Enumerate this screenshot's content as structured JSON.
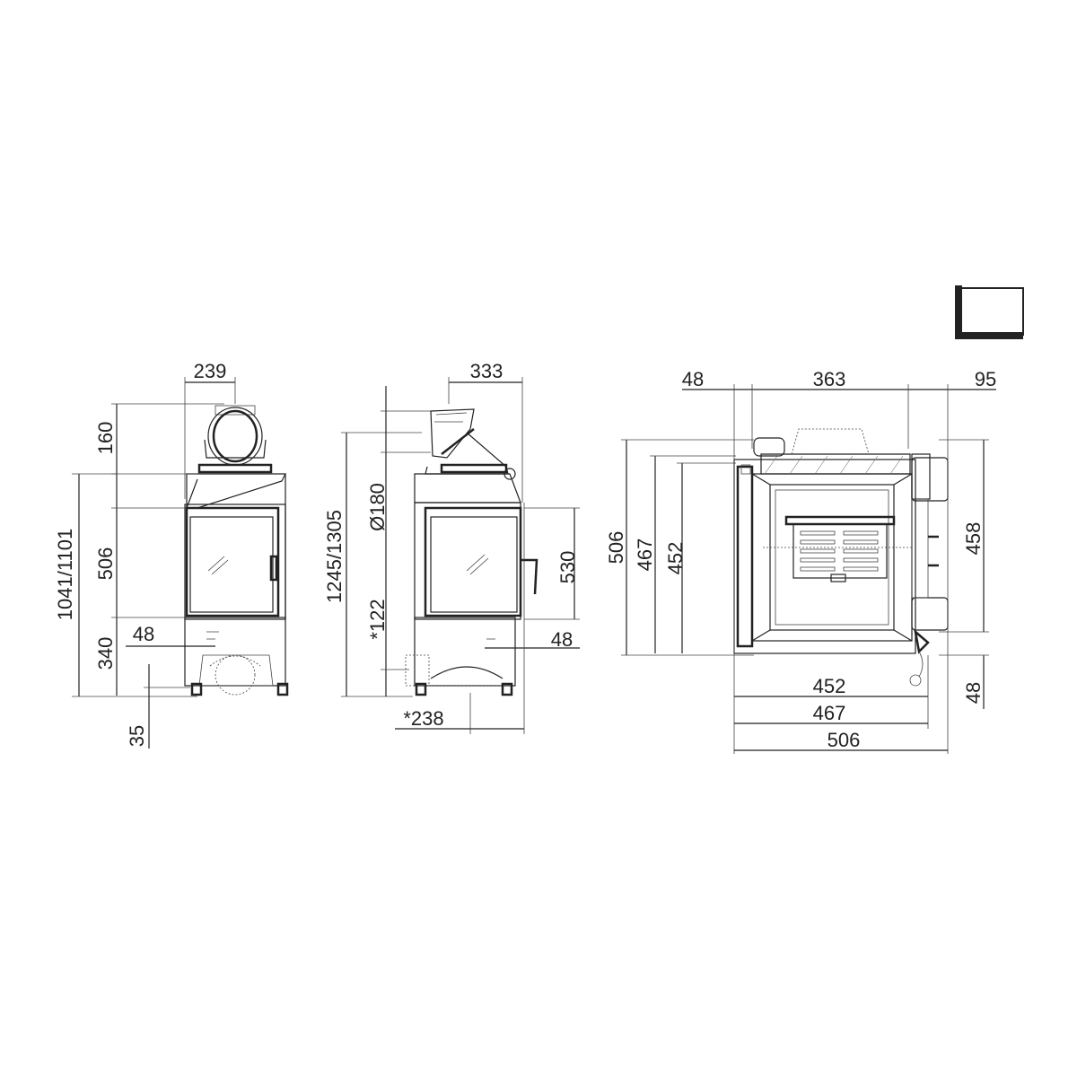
{
  "front_view": {
    "dims": {
      "top_width": "239",
      "flue_height": "160",
      "overall_height": "1041/1101",
      "door_height": "506",
      "base_height": "340",
      "side_offset": "48",
      "feet": "35"
    }
  },
  "side_view": {
    "dims": {
      "depth": "333",
      "overall_height": "1245/1305",
      "flue_diameter": "Ø180",
      "ash_height": "*122",
      "door_height": "530",
      "side_offset": "48",
      "base_depth": "*238"
    }
  },
  "top_view": {
    "dims": {
      "left_margin": "48",
      "inner_width": "363",
      "right_margin": "95",
      "depth_506": "506",
      "depth_467": "467",
      "depth_452": "452",
      "right_depth": "458",
      "width_452": "452",
      "width_467": "467",
      "width_506": "506",
      "bottom_right": "48"
    }
  },
  "corner_icon": {
    "name": "corner-shape-icon"
  }
}
